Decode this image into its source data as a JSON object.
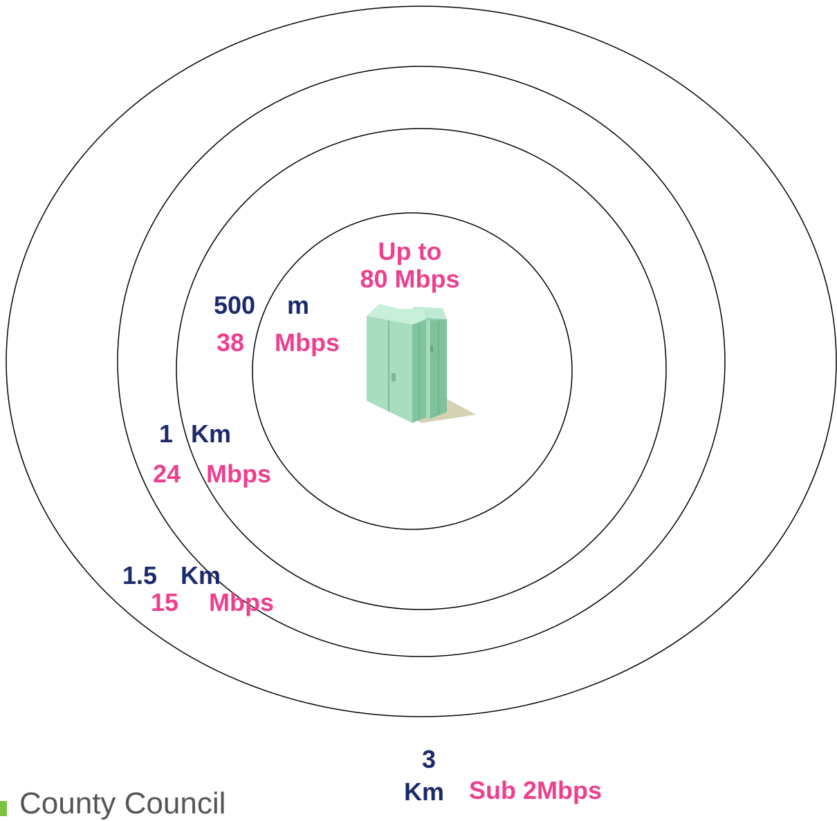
{
  "center_label": {
    "line1": "Up to",
    "line2": "80 Mbps"
  },
  "rings": [
    {
      "distance_a": "500",
      "distance_b": "m",
      "speed_a": "38",
      "speed_b": "Mbps"
    },
    {
      "distance_a": "1",
      "distance_b": "Km",
      "speed_a": "24",
      "speed_b": "Mbps"
    },
    {
      "distance_a": "1.5",
      "distance_b": "Km",
      "speed_a": "15",
      "speed_b": "Mbps"
    },
    {
      "distance_a": "3",
      "distance_b": "Km",
      "speed": "Sub 2Mbps"
    }
  ],
  "colors": {
    "distance": "#1c2a6b",
    "speed": "#ee3f8f",
    "cabinet": "#9fd9b8",
    "logo_mark": "#7cc242"
  },
  "icons": {
    "center": "street-cabinet-icon",
    "logo": "logo-mark-icon"
  },
  "logo_text": "County Council"
}
